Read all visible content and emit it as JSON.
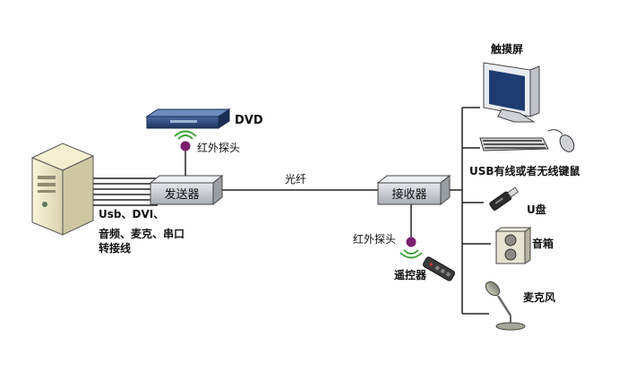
{
  "diagram": {
    "transmitter_label": "发送器",
    "receiver_label": "接收器",
    "fiber_label": "光纤",
    "dvd_label": "DVD",
    "ir_probe_top_label": "红外探头",
    "ir_probe_bottom_label": "红外探头",
    "remote_label": "遥控器",
    "pc_cables_line1": "Usb、DVI、",
    "pc_cables_line2": "音频、麦克、串口",
    "pc_cables_line3": "转接线",
    "outputs": {
      "touchscreen": "触摸屏",
      "keyboard_mouse": "USB有线或者无线键鼠",
      "usb_drive": "U盘",
      "speaker": "音箱",
      "microphone": "麦克风"
    }
  },
  "colors": {
    "device_body": "#c8ccd2",
    "ir_probe": "#7a1e6e",
    "ir_signal": "#3aa135",
    "dvd_body": "#2c4a7a"
  },
  "icons": [
    "pc-tower-icon",
    "dvd-player-icon",
    "monitor-icon",
    "keyboard-icon",
    "mouse-icon",
    "usb-drive-icon",
    "speaker-icon",
    "microphone-icon",
    "remote-control-icon"
  ]
}
